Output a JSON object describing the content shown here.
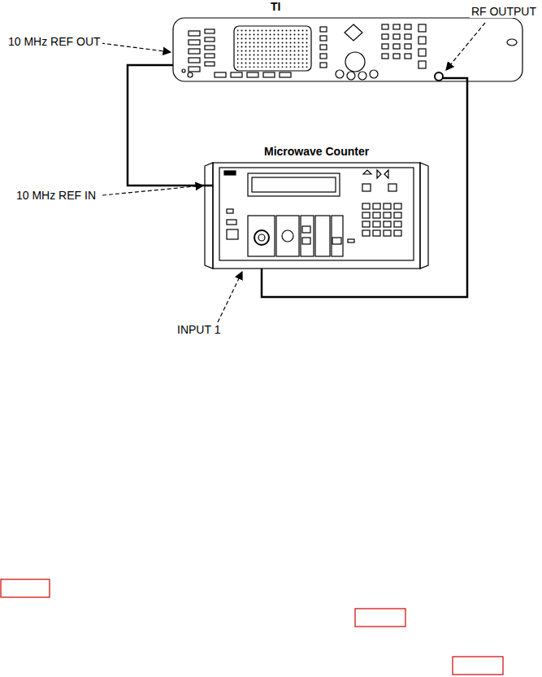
{
  "diagram": {
    "nodes": [
      {
        "text": [
          "TI"
        ]
      },
      {
        "text": [
          "Microwave Counter"
        ]
      }
    ],
    "edges": [
      {
        "from": 0,
        "to": 1,
        "arrow": "none"
      },
      {
        "from": 0,
        "to": 1,
        "arrow": "none"
      }
    ],
    "labels": [
      "10 MHz REF OUT",
      "RF OUTPUT",
      "10 MHz REF IN",
      "INPUT 1"
    ]
  }
}
